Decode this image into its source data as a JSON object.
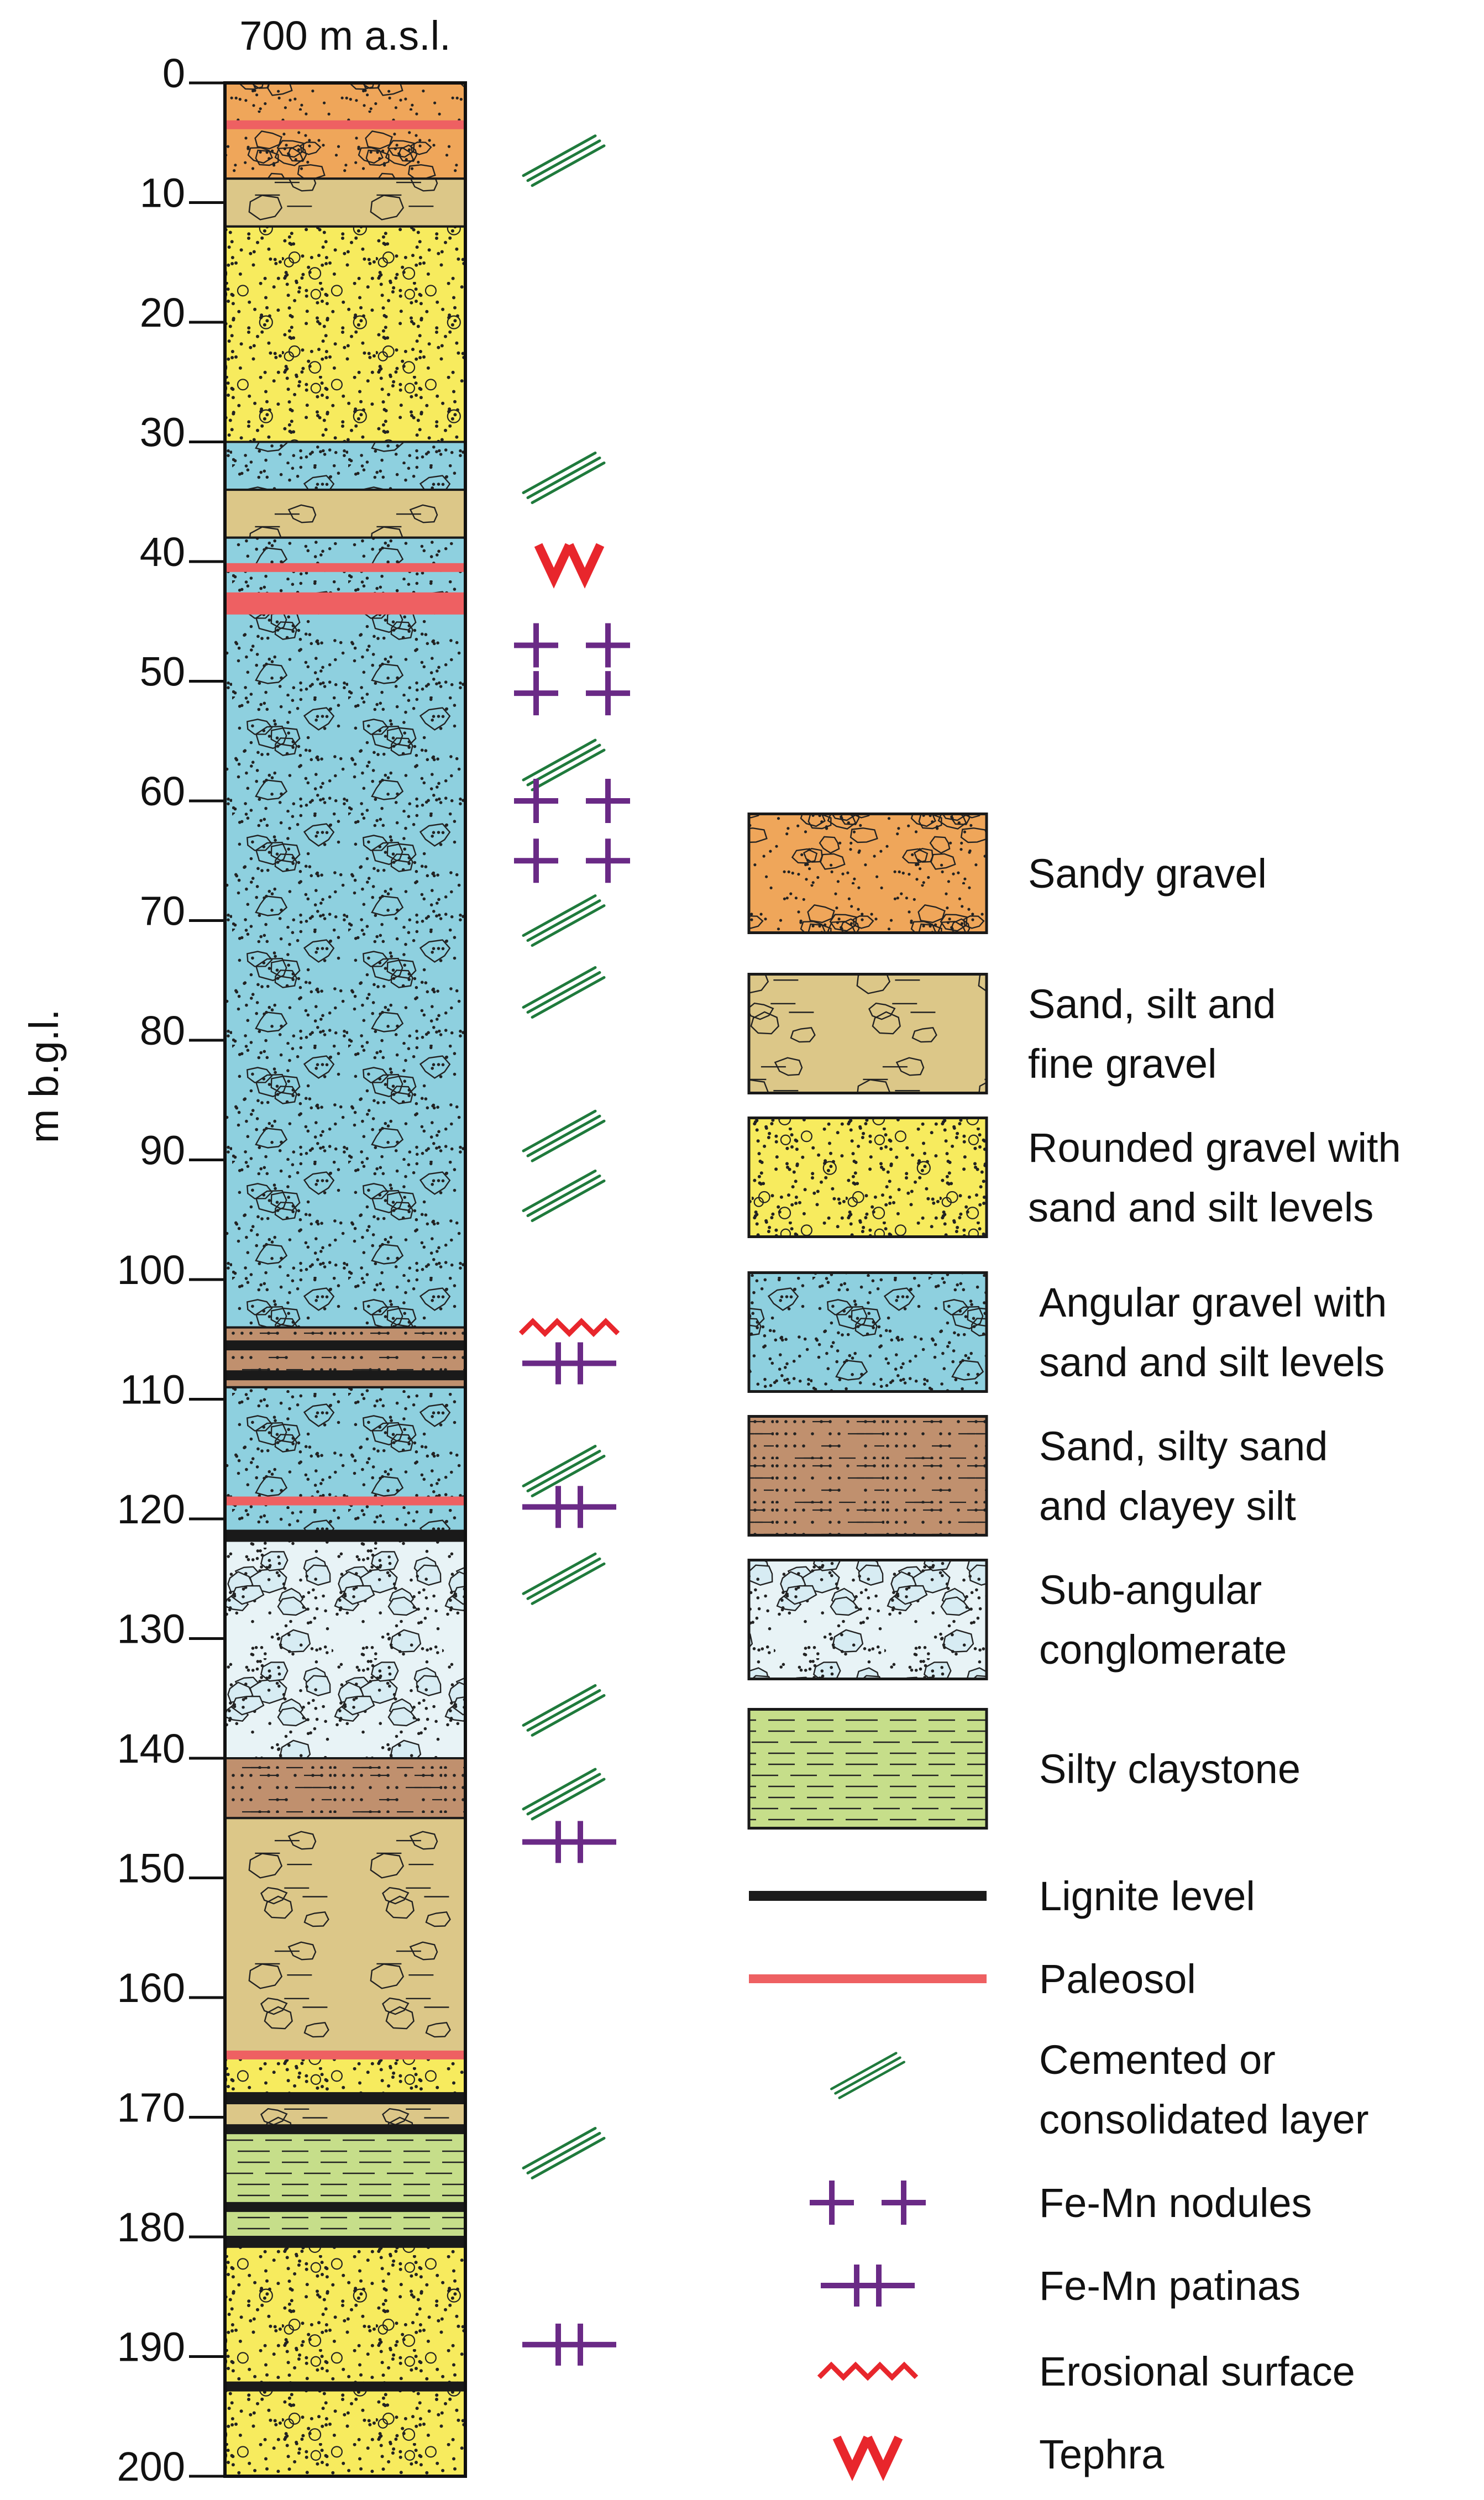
{
  "header": {
    "elevation": "700 m a.s.l."
  },
  "axis": {
    "label": "m b.g.l.",
    "ticks": [
      0,
      10,
      20,
      30,
      40,
      50,
      60,
      70,
      80,
      90,
      100,
      110,
      120,
      130,
      140,
      150,
      160,
      170,
      180,
      190,
      200
    ]
  },
  "colors": {
    "sandy_gravel": "#EFA65A",
    "sand_silt_fine_gravel": "#DCC788",
    "rounded_gravel": "#F7EB5E",
    "angular_gravel": "#8ED0DF",
    "sand_silty_sand": "#C0906E",
    "sub_angular_conglomerate": "#E8F3F6",
    "silty_claystone": "#C6DE8A",
    "lignite": "#1A1A1A",
    "paleosol": "#EE6062",
    "cemented": "#1F7A3C",
    "fe_mn": "#6A2A86",
    "erosional": "#E8262C",
    "tephra": "#E8262C"
  },
  "units": [
    {
      "from": 0,
      "to": 8,
      "type": "sandy_gravel"
    },
    {
      "from": 8,
      "to": 12,
      "type": "sand_silt_fine_gravel"
    },
    {
      "from": 12,
      "to": 30,
      "type": "rounded_gravel"
    },
    {
      "from": 30,
      "to": 34,
      "type": "angular_gravel"
    },
    {
      "from": 34,
      "to": 38,
      "type": "sand_silt_fine_gravel"
    },
    {
      "from": 38,
      "to": 104,
      "type": "angular_gravel"
    },
    {
      "from": 104,
      "to": 109,
      "type": "sand_silty_sand"
    },
    {
      "from": 109,
      "to": 121,
      "type": "angular_gravel"
    },
    {
      "from": 121,
      "to": 140,
      "type": "sub_angular_conglomerate"
    },
    {
      "from": 140,
      "to": 145,
      "type": "sand_silty_sand"
    },
    {
      "from": 145,
      "to": 165,
      "type": "sand_silt_fine_gravel"
    },
    {
      "from": 165,
      "to": 168,
      "type": "rounded_gravel"
    },
    {
      "from": 168,
      "to": 171,
      "type": "sand_silt_fine_gravel"
    },
    {
      "from": 171,
      "to": 180,
      "type": "silty_claystone"
    },
    {
      "from": 180,
      "to": 200,
      "type": "rounded_gravel"
    }
  ],
  "lignite_levels": [
    105.5,
    108,
    121.5,
    168.5,
    171,
    177.5,
    180.5,
    192.5
  ],
  "paleosols": [
    3.5,
    40.5,
    118.5,
    164.8
  ],
  "paleosol_thick": [
    43.5
  ],
  "cemented_layers": [
    6.5,
    33,
    57,
    70,
    76,
    88,
    93,
    116,
    125,
    136,
    143,
    173
  ],
  "fe_mn_nodules": [
    47,
    51,
    60,
    65
  ],
  "fe_mn_patinas": [
    107,
    119,
    147,
    189
  ],
  "erosional_surfaces": [
    104
  ],
  "tephra": [
    40
  ],
  "legend": {
    "items": [
      {
        "key": "sandy_gravel",
        "lines": [
          "Sandy gravel"
        ]
      },
      {
        "key": "sand_silt_fine_gravel",
        "lines": [
          "Sand, silt and",
          "fine gravel"
        ]
      },
      {
        "key": "rounded_gravel",
        "lines": [
          "Rounded gravel with",
          "sand and silt levels"
        ]
      },
      {
        "key": "angular_gravel",
        "lines": [
          "Angular gravel with",
          "sand and silt levels"
        ]
      },
      {
        "key": "sand_silty_sand",
        "lines": [
          "Sand, silty sand",
          "and clayey silt"
        ]
      },
      {
        "key": "sub_angular_conglomerate",
        "lines": [
          "Sub-angular",
          "conglomerate"
        ]
      },
      {
        "key": "silty_claystone",
        "lines": [
          "Silty claystone"
        ]
      },
      {
        "key": "lignite",
        "lines": [
          "Lignite level"
        ]
      },
      {
        "key": "paleosol",
        "lines": [
          "Paleosol"
        ]
      },
      {
        "key": "cemented",
        "lines": [
          "Cemented or",
          "consolidated layer"
        ]
      },
      {
        "key": "fe_mn_nodules",
        "lines": [
          "Fe-Mn nodules"
        ]
      },
      {
        "key": "fe_mn_patinas",
        "lines": [
          "Fe-Mn patinas"
        ]
      },
      {
        "key": "erosional",
        "lines": [
          "Erosional surface"
        ]
      },
      {
        "key": "tephra",
        "lines": [
          "Tephra"
        ]
      }
    ]
  }
}
